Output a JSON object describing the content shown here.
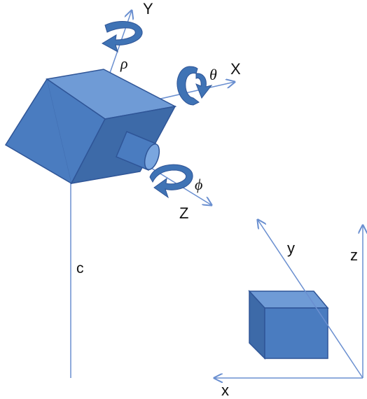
{
  "colors": {
    "axis": "#6a8fd0",
    "cube_front": "#4a7cc0",
    "cube_top": "#6f9bd6",
    "cube_side": "#3d6aa8",
    "cube_edge": "#2f5597",
    "lens": "#5a8bd0",
    "arrow": "#3f73b5"
  },
  "labels": {
    "camera_axes": {
      "y": "Y",
      "x": "X",
      "z": "Z"
    },
    "rotations": {
      "rho": "ρ",
      "theta": "θ",
      "phi": "ϕ"
    },
    "vertical_line": "c",
    "world_axes": {
      "y": "y",
      "x": "x",
      "z": "z"
    }
  },
  "icons": [
    "camera-cube",
    "lens",
    "rotation-arrow",
    "object-box"
  ]
}
